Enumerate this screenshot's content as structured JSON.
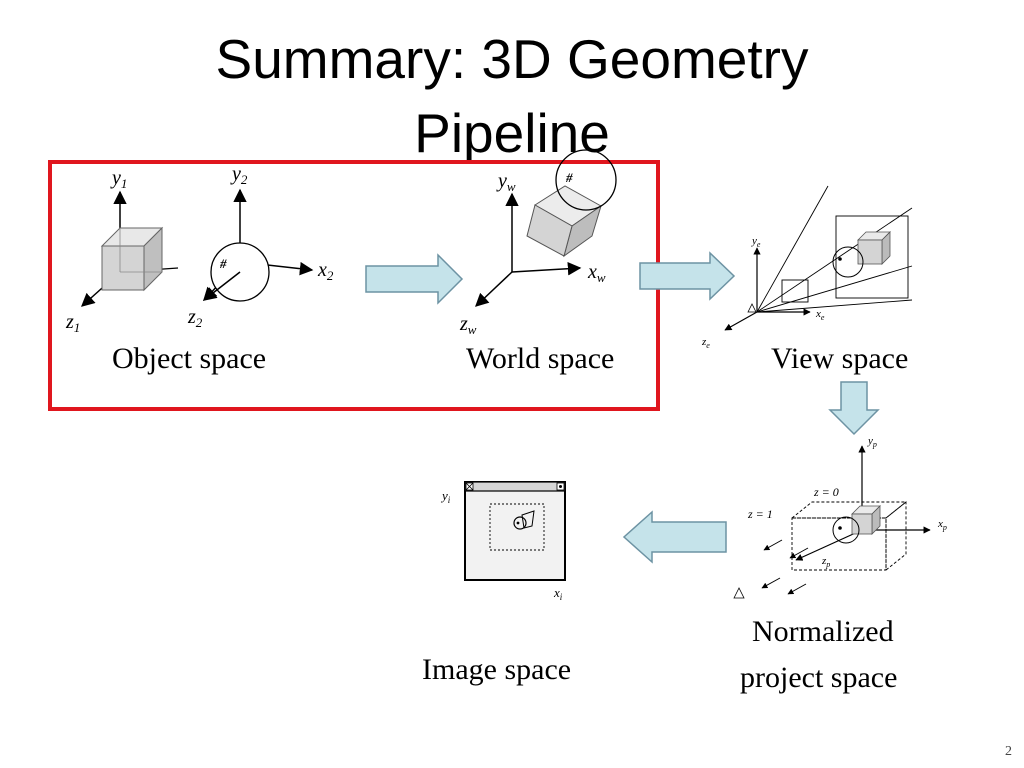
{
  "title": {
    "line1": "Summary: 3D Geometry",
    "line2": "Pipeline"
  },
  "stages": {
    "object": {
      "caption": "Object space",
      "axes1": {
        "y": "y",
        "y_sub": "1",
        "z": "z",
        "z_sub": "1"
      },
      "axes2": {
        "y": "y",
        "y_sub": "2",
        "x": "x",
        "x_sub": "2",
        "z": "z",
        "z_sub": "2"
      }
    },
    "world": {
      "caption": "World space",
      "axes": {
        "y": "y",
        "y_sub": "w",
        "x": "x",
        "x_sub": "w",
        "z": "z",
        "z_sub": "w"
      }
    },
    "view": {
      "caption": "View space",
      "axes": {
        "y": "y",
        "y_sub": "e",
        "x": "x",
        "x_sub": "e",
        "z": "z",
        "z_sub": "e"
      }
    },
    "normalized": {
      "caption_line1": "Normalized",
      "caption_line2": "project space",
      "axes": {
        "y": "y",
        "y_sub": "p",
        "x": "x",
        "x_sub": "p",
        "z": "z",
        "z_sub": "p"
      },
      "labels": {
        "z0": "z = 0",
        "z1": "z = 1"
      }
    },
    "image": {
      "caption": "Image space",
      "axes": {
        "y": "y",
        "y_sub": "i",
        "x": "x",
        "x_sub": "i"
      }
    }
  },
  "colors": {
    "highlight_box": "#e0161e",
    "arrow_fill": "#c5e3ea",
    "arrow_stroke": "#6d93a3",
    "cube_fill": "#d8d8d8"
  },
  "page_number": "2"
}
